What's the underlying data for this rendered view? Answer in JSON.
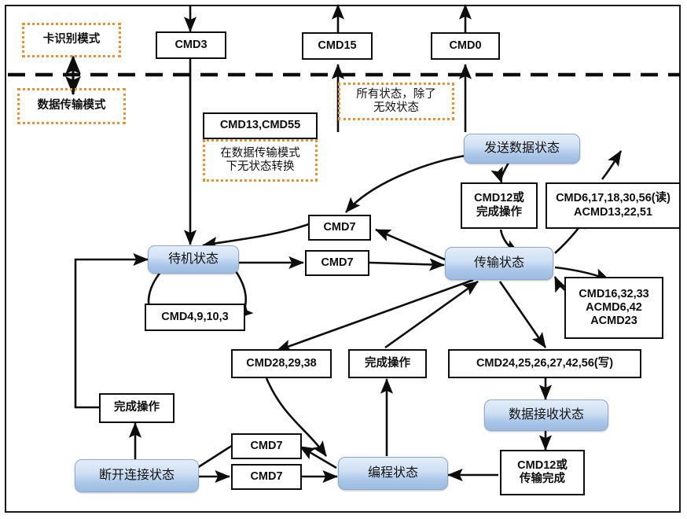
{
  "diagram": {
    "title": "SD Card State Transition Diagram",
    "colors": {
      "state_fill_top": "#e4edf9",
      "state_fill_bottom": "#9dbbe2",
      "state_border": "#8ea9cc",
      "box_border": "#0d0d0d",
      "note_border": "#e59138",
      "arrow": "#0d0d0d",
      "frame": "#1a1a1a"
    },
    "modes": {
      "card_identification": "卡识别模式",
      "data_transfer": "数据传输模式",
      "divider_style": "dashed"
    },
    "notes": [
      {
        "id": "note-all-states",
        "text": "所有状态，除了\n无效状态"
      },
      {
        "id": "note-no-transition",
        "text": "在数据传输模式\n下无状态转换"
      }
    ],
    "states": [
      {
        "id": "state-standby",
        "label": "待机状态"
      },
      {
        "id": "state-transfer",
        "label": "传输状态"
      },
      {
        "id": "state-senddata",
        "label": "发送数据状态"
      },
      {
        "id": "state-recvdata",
        "label": "数据接收状态"
      },
      {
        "id": "state-program",
        "label": "编程状态"
      },
      {
        "id": "state-disconnect",
        "label": "断开连接状态"
      }
    ],
    "commands": [
      {
        "id": "cmd-cmd3",
        "text": "CMD3"
      },
      {
        "id": "cmd-cmd15",
        "text": "CMD15"
      },
      {
        "id": "cmd-cmd0",
        "text": "CMD0"
      },
      {
        "id": "cmd-cmd13-55",
        "text": "CMD13,CMD55"
      },
      {
        "id": "cmd-cmd7-a",
        "text": "CMD7"
      },
      {
        "id": "cmd-cmd7-b",
        "text": "CMD7"
      },
      {
        "id": "cmd-cmd4-9-10-3",
        "text": "CMD4,9,10,3"
      },
      {
        "id": "cmd-cmd12-or-done",
        "text": "CMD12或\n完成操作"
      },
      {
        "id": "cmd-read-group",
        "text": "CMD6,17,18,30,56(读)\nACMD13,22,51"
      },
      {
        "id": "cmd-block-group",
        "text": "CMD16,32,33\nACMD6,42\nACMD23"
      },
      {
        "id": "cmd-cmd28-29-38",
        "text": "CMD28,29,38"
      },
      {
        "id": "cmd-done-op-mid",
        "text": "完成操作"
      },
      {
        "id": "cmd-write-group",
        "text": "CMD24,25,26,27,42,56(写)"
      },
      {
        "id": "cmd-cmd12-or-xfer",
        "text": "CMD12或\n传输完成"
      },
      {
        "id": "cmd-done-op-left",
        "text": "完成操作"
      },
      {
        "id": "cmd-cmd7-c",
        "text": "CMD7"
      },
      {
        "id": "cmd-cmd7-d",
        "text": "CMD7"
      }
    ]
  }
}
